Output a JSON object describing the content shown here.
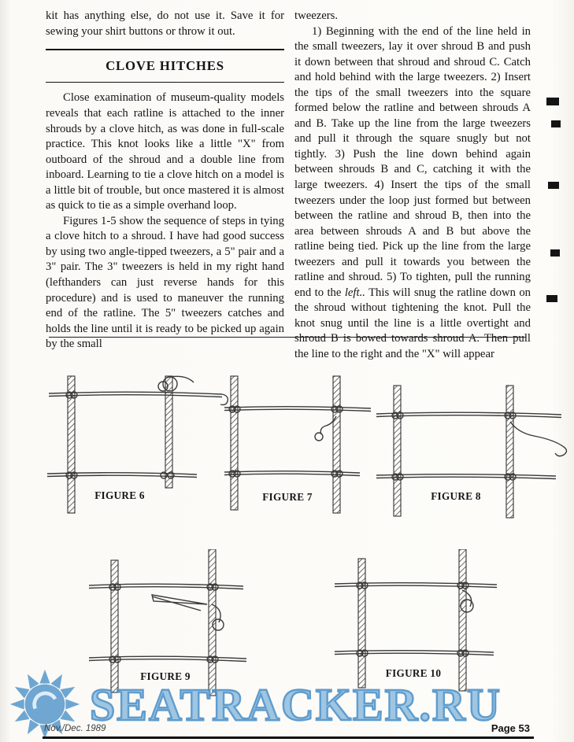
{
  "article": {
    "intro": "kit has anything else, do not use it. Save it for sewing your shirt buttons or throw it out.",
    "heading": "CLOVE HITCHES",
    "para1": "Close examination of museum-quality models reveals that each ratline is attached to the inner shrouds by a clove hitch, as was done in full-scale practice. This knot looks like a little \"X\" from outboard of the shroud and a double line from inboard. Learning to tie a clove hitch on a model is a little bit of trouble, but once mastered it is almost as quick to tie as a simple overhand loop.",
    "para2": "Figures 1-5 show the sequence of steps in tying a clove hitch to a shroud. I have had good success by using two angle-tipped tweezers, a 5\" pair and a 3\" pair. The 3\" tweezers is held in my right hand (lefthanders can just reverse hands for this procedure) and is used to maneuver the running end of the ratline. The 5\" tweezers catches and holds the line until it is ready to be picked up again by the small",
    "cont": "tweezers.",
    "steps_before": "1) Beginning with the end of the line held in the small tweezers, lay it over shroud B and push it down between that shroud and shroud C. Catch and hold behind with the large tweezers. 2) Insert the tips of the small tweezers into the square formed below the ratline and between shrouds A and B. Take up the line from the large tweezers and pull it through the square snugly but not tightly. 3) Push the line down behind again between shrouds B and C, catching it with the large tweezers. 4) Insert the tips of the small tweezers under the loop just formed but between between the ratline and shroud B, then into the area between shrouds A and B but above the ratline being tied. Pick up the line from the large tweezers and pull it towards you between the ratline and shroud. 5) To tighten, pull the running end to the ",
    "steps_italic": "left..",
    "steps_after": " This will snug the ratline down on the shroud without tightening the knot. Pull the knot snug until the line is a little overtight and shroud B is bowed towards shroud A. Then pull the line to the right and the \"X\" will appear",
    "figures": [
      {
        "caption": "FIGURE 6"
      },
      {
        "caption": "FIGURE 7"
      },
      {
        "caption": "FIGURE 8"
      },
      {
        "caption": "FIGURE 9"
      },
      {
        "caption": "FIGURE 10"
      }
    ]
  },
  "watermark": {
    "text": "SEATRACKER.RU",
    "color": "#4a90c8"
  },
  "footer": {
    "issue": "Nov./Dec. 1989",
    "page": "Page 53"
  }
}
